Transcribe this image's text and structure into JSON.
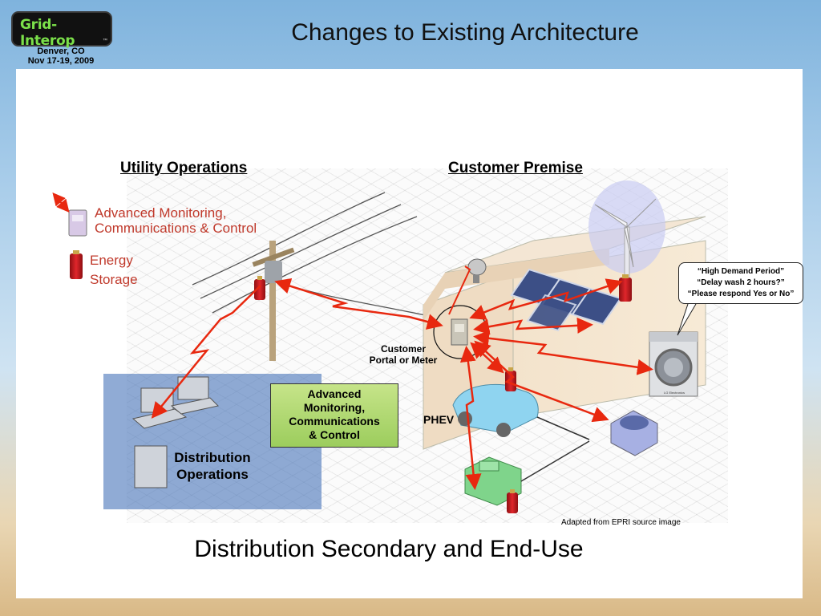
{
  "logo": {
    "name": "Grid-Interop",
    "tm": "™"
  },
  "event": {
    "place": "Denver, CO",
    "dates": "Nov 17-19, 2009"
  },
  "slide": {
    "title": "Changes to Existing Architecture",
    "bottom_title": "Distribution Secondary and End-Use",
    "credit": "Adapted from EPRI source image"
  },
  "diagram": {
    "utility_operations": "Utility Operations",
    "customer_premise": "Customer Premise",
    "legend": {
      "amc_line1": "Advanced Monitoring,",
      "amc_line2": "Communications & Control",
      "es_line1": "Energy",
      "es_line2": "Storage"
    },
    "customer_portal_line1": "Customer",
    "customer_portal_line2": "Portal or Meter",
    "phev": "PHEV",
    "green_box": {
      "line1": "Advanced",
      "line2": "Monitoring,",
      "line3": "Communications",
      "line4": "& Control"
    },
    "distribution_ops_line1": "Distribution",
    "distribution_ops_line2": "Operations",
    "speech": {
      "line1": "“High Demand Period”",
      "line2": "“Delay wash 2 hours?”",
      "line3": "“Please respond Yes or No”"
    },
    "washer_brand": "LG Electronics",
    "colors": {
      "arrow": "#e8280f",
      "battery": "#c4161c",
      "dist_box": "#4673b9",
      "green_box": "#a8d46a"
    }
  }
}
